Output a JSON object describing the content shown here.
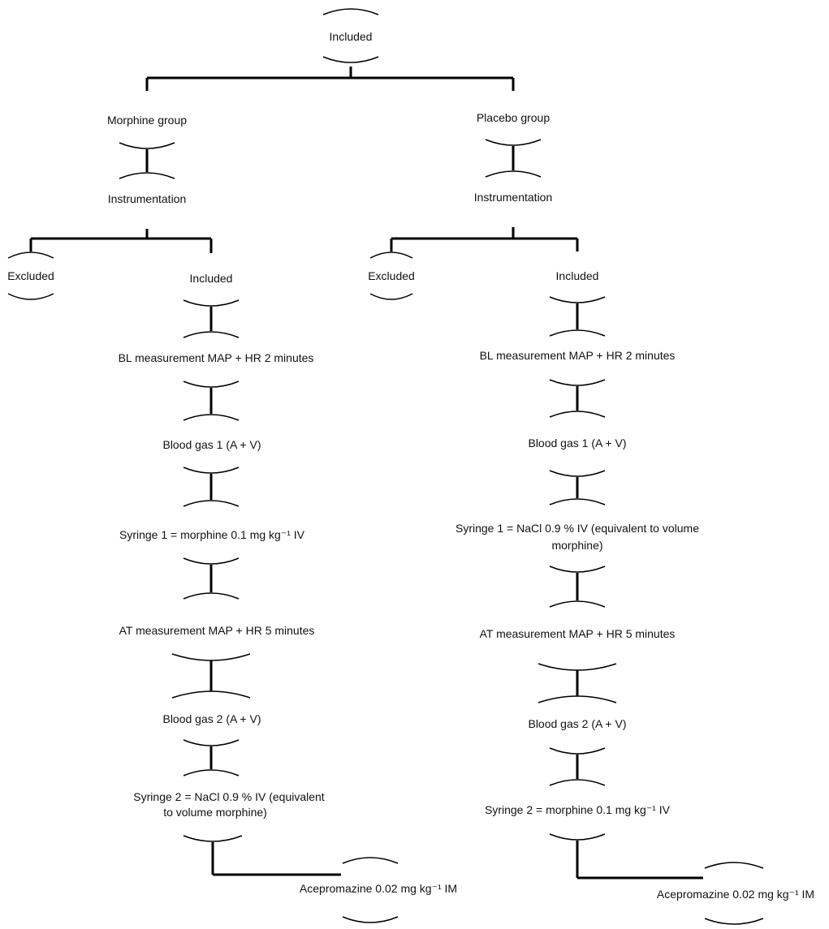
{
  "top": {
    "label": "Included"
  },
  "morphine": {
    "group": "Morphine group",
    "instrumentation": "Instrumentation",
    "excluded": "Excluded",
    "included": "Included",
    "bl": "BL measurement MAP + HR 2 minutes",
    "gas1": "Blood gas 1 (A + V)",
    "syr1": "Syringe 1 = morphine 0.1 mg kg⁻¹  IV",
    "at": "AT measurement MAP + HR 5 minutes",
    "gas2": "Blood gas 2 (A + V)",
    "syr2_line1": "Syringe 2 = NaCl 0.9 % IV (equivalent",
    "syr2_line2": "to volume morphine)",
    "ace": "Acepromazine 0.02 mg kg⁻¹ IM"
  },
  "placebo": {
    "group": "Placebo group",
    "instrumentation": "Instrumentation",
    "excluded": "Excluded",
    "included": "Included",
    "bl": "BL measurement MAP + HR 2 minutes",
    "gas1": "Blood gas 1 (A + V)",
    "syr1_line1": "Syringe 1 = NaCl 0.9 % IV (equivalent  to volume",
    "syr1_line2": "morphine)",
    "at": "AT  measurement MAP + HR 5 minutes",
    "gas2": "Blood gas 2 (A + V)",
    "syr2": "Syringe 2 = morphine 0.1 mg kg⁻¹ IV",
    "ace": "Acepromazine 0.02 mg kg⁻¹  IM"
  }
}
